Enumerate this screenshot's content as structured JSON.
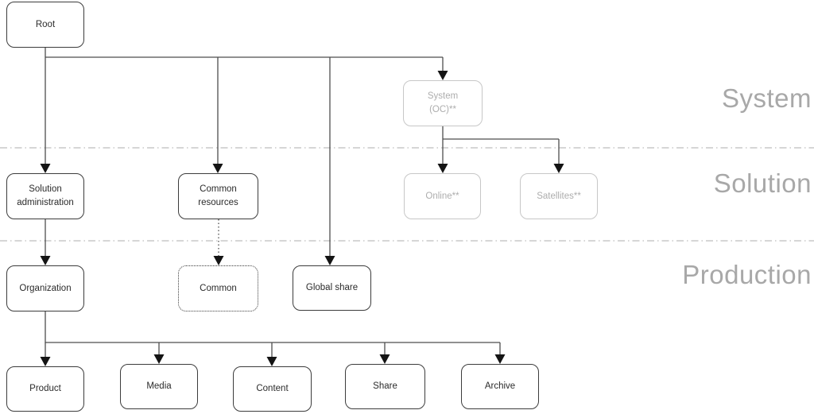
{
  "diagram": {
    "type": "hierarchy-tree",
    "nodes": {
      "root": {
        "label": "Root",
        "band": "top",
        "style": "solid"
      },
      "system_oc": {
        "label": "System (OC)**",
        "band": "System",
        "style": "muted"
      },
      "solution_admin": {
        "label": "Solution administration",
        "band": "Solution",
        "style": "solid"
      },
      "common_resources": {
        "label": "Common resources",
        "band": "Solution",
        "style": "solid"
      },
      "online": {
        "label": "Online**",
        "band": "Solution",
        "style": "muted"
      },
      "satellites": {
        "label": "Satellites**",
        "band": "Solution",
        "style": "muted"
      },
      "organization": {
        "label": "Organization",
        "band": "Production",
        "style": "solid"
      },
      "common": {
        "label": "Common",
        "band": "Production",
        "style": "dotted"
      },
      "global_share": {
        "label": "Global share",
        "band": "Production",
        "style": "solid"
      },
      "product": {
        "label": "Product",
        "band": "bottom",
        "style": "solid"
      },
      "media": {
        "label": "Media",
        "band": "bottom",
        "style": "solid"
      },
      "content": {
        "label": "Content",
        "band": "bottom",
        "style": "solid"
      },
      "share": {
        "label": "Share",
        "band": "bottom",
        "style": "solid"
      },
      "archive": {
        "label": "Archive",
        "band": "bottom",
        "style": "solid"
      }
    },
    "edges": [
      {
        "from": "root",
        "to": "solution_admin",
        "style": "solid"
      },
      {
        "from": "root",
        "to": "common_resources",
        "style": "solid"
      },
      {
        "from": "root",
        "to": "global_share",
        "style": "solid"
      },
      {
        "from": "root",
        "to": "system_oc",
        "style": "solid"
      },
      {
        "from": "system_oc",
        "to": "online",
        "style": "solid"
      },
      {
        "from": "system_oc",
        "to": "satellites",
        "style": "solid"
      },
      {
        "from": "solution_admin",
        "to": "organization",
        "style": "solid"
      },
      {
        "from": "common_resources",
        "to": "common",
        "style": "dotted"
      },
      {
        "from": "organization",
        "to": "product",
        "style": "solid"
      },
      {
        "from": "organization",
        "to": "media",
        "style": "solid"
      },
      {
        "from": "organization",
        "to": "content",
        "style": "solid"
      },
      {
        "from": "organization",
        "to": "share",
        "style": "solid"
      },
      {
        "from": "organization",
        "to": "archive",
        "style": "solid"
      }
    ],
    "bands": {
      "system": {
        "label": "System"
      },
      "solution": {
        "label": "Solution"
      },
      "production": {
        "label": "Production"
      }
    },
    "colors": {
      "node_border": "#3c3c3c",
      "muted_border": "#c7c7c7",
      "muted_text": "#adadad",
      "band_label": "#a8a8a8",
      "divider": "#bdbdbd",
      "connector": "#4d4d4d",
      "arrow": "#141414"
    }
  }
}
